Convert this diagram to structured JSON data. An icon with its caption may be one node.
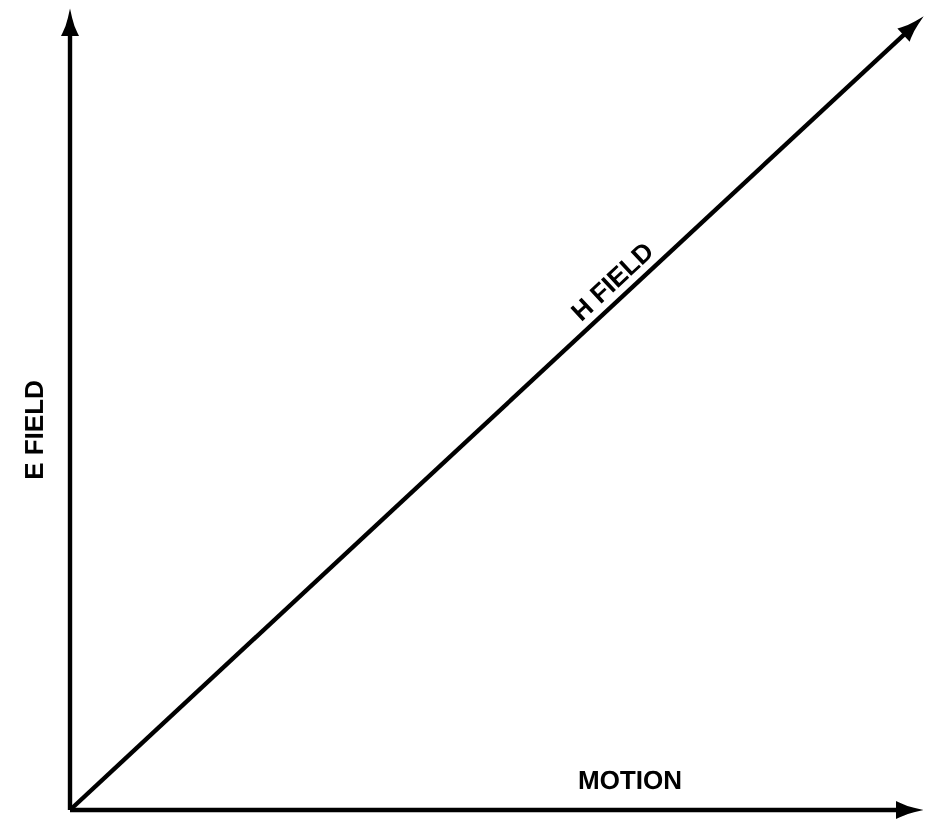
{
  "diagram": {
    "labels": [
      "E FIELD",
      "H FIELD",
      "MOTION"
    ]
  }
}
